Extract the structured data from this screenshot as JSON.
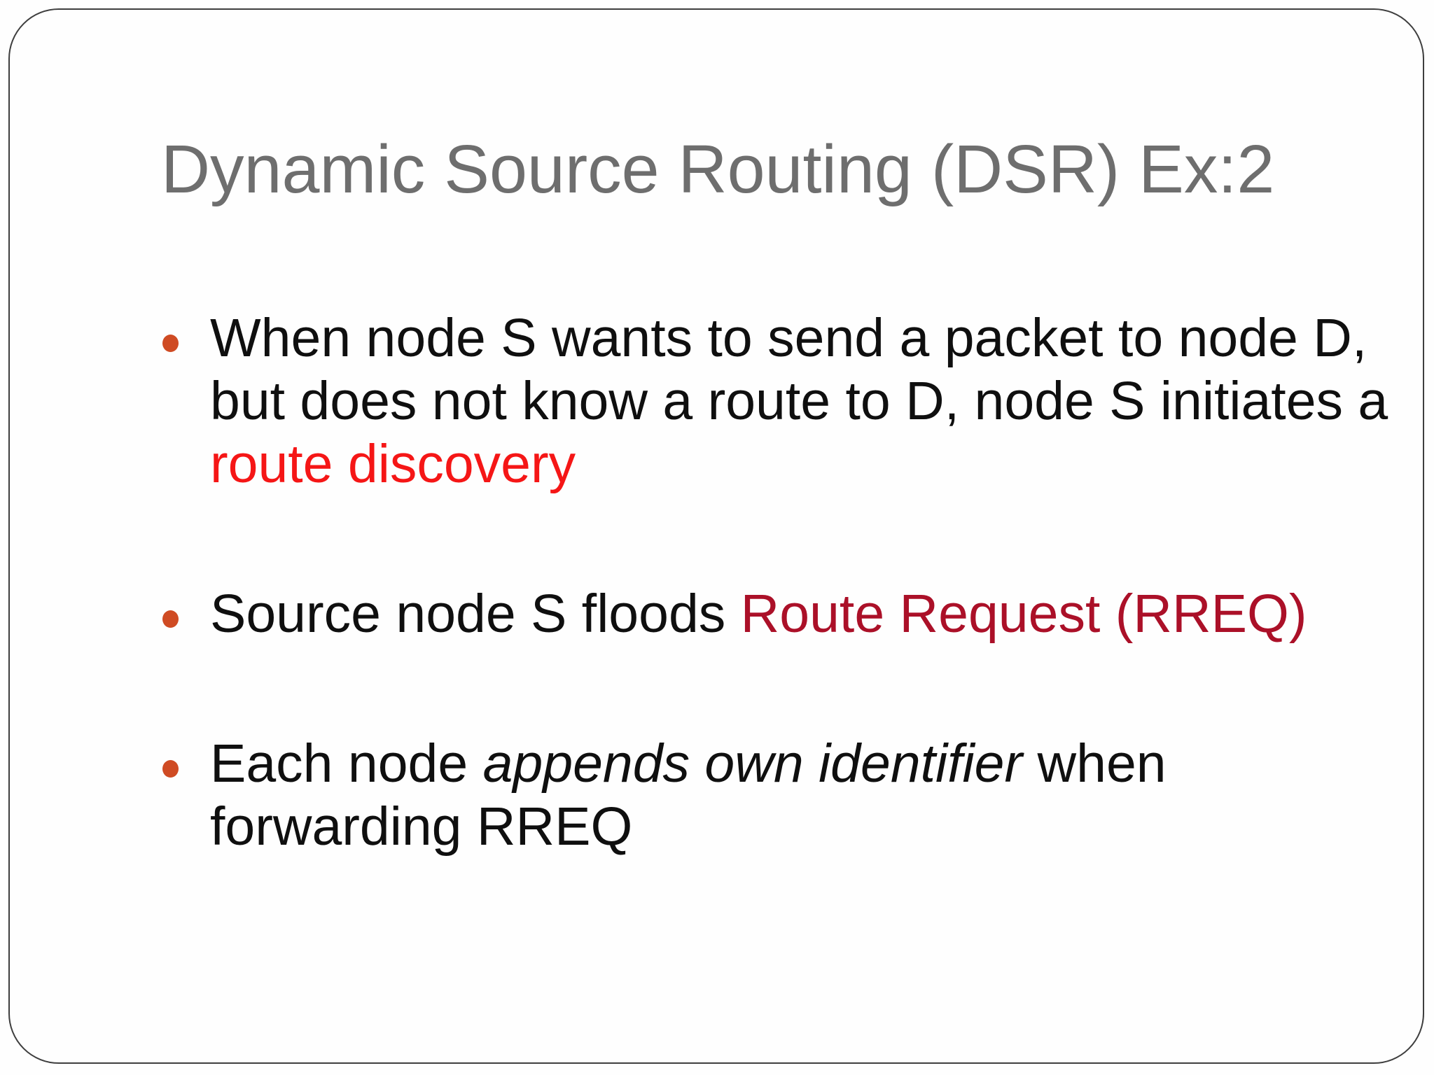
{
  "slide": {
    "title": "Dynamic Source Routing (DSR) Ex:2",
    "bullets": [
      {
        "segments": [
          {
            "text": "When node S wants to send a packet to node D,\nbut does not know a route to D, node S initiates a\n",
            "style": "normal"
          },
          {
            "text": "route discovery",
            "style": "red"
          }
        ]
      },
      {
        "segments": [
          {
            "text": "Source node S floods ",
            "style": "normal"
          },
          {
            "text": "Route Request (RREQ)",
            "style": "darkred"
          }
        ]
      },
      {
        "segments": [
          {
            "text": "Each node ",
            "style": "normal"
          },
          {
            "text": "appends own identifier",
            "style": "italic"
          },
          {
            "text": " when\nforwarding RREQ",
            "style": "normal"
          }
        ]
      }
    ]
  },
  "colors": {
    "title_color": "#6e6e6e",
    "body_color": "#0f0f0f",
    "bullet_dot_color": "#cf4b23",
    "highlight_red": "#f51616",
    "highlight_darkred": "#ab1028",
    "slide_border": "#3e3e3e",
    "slide_bg": "#fefefe"
  }
}
